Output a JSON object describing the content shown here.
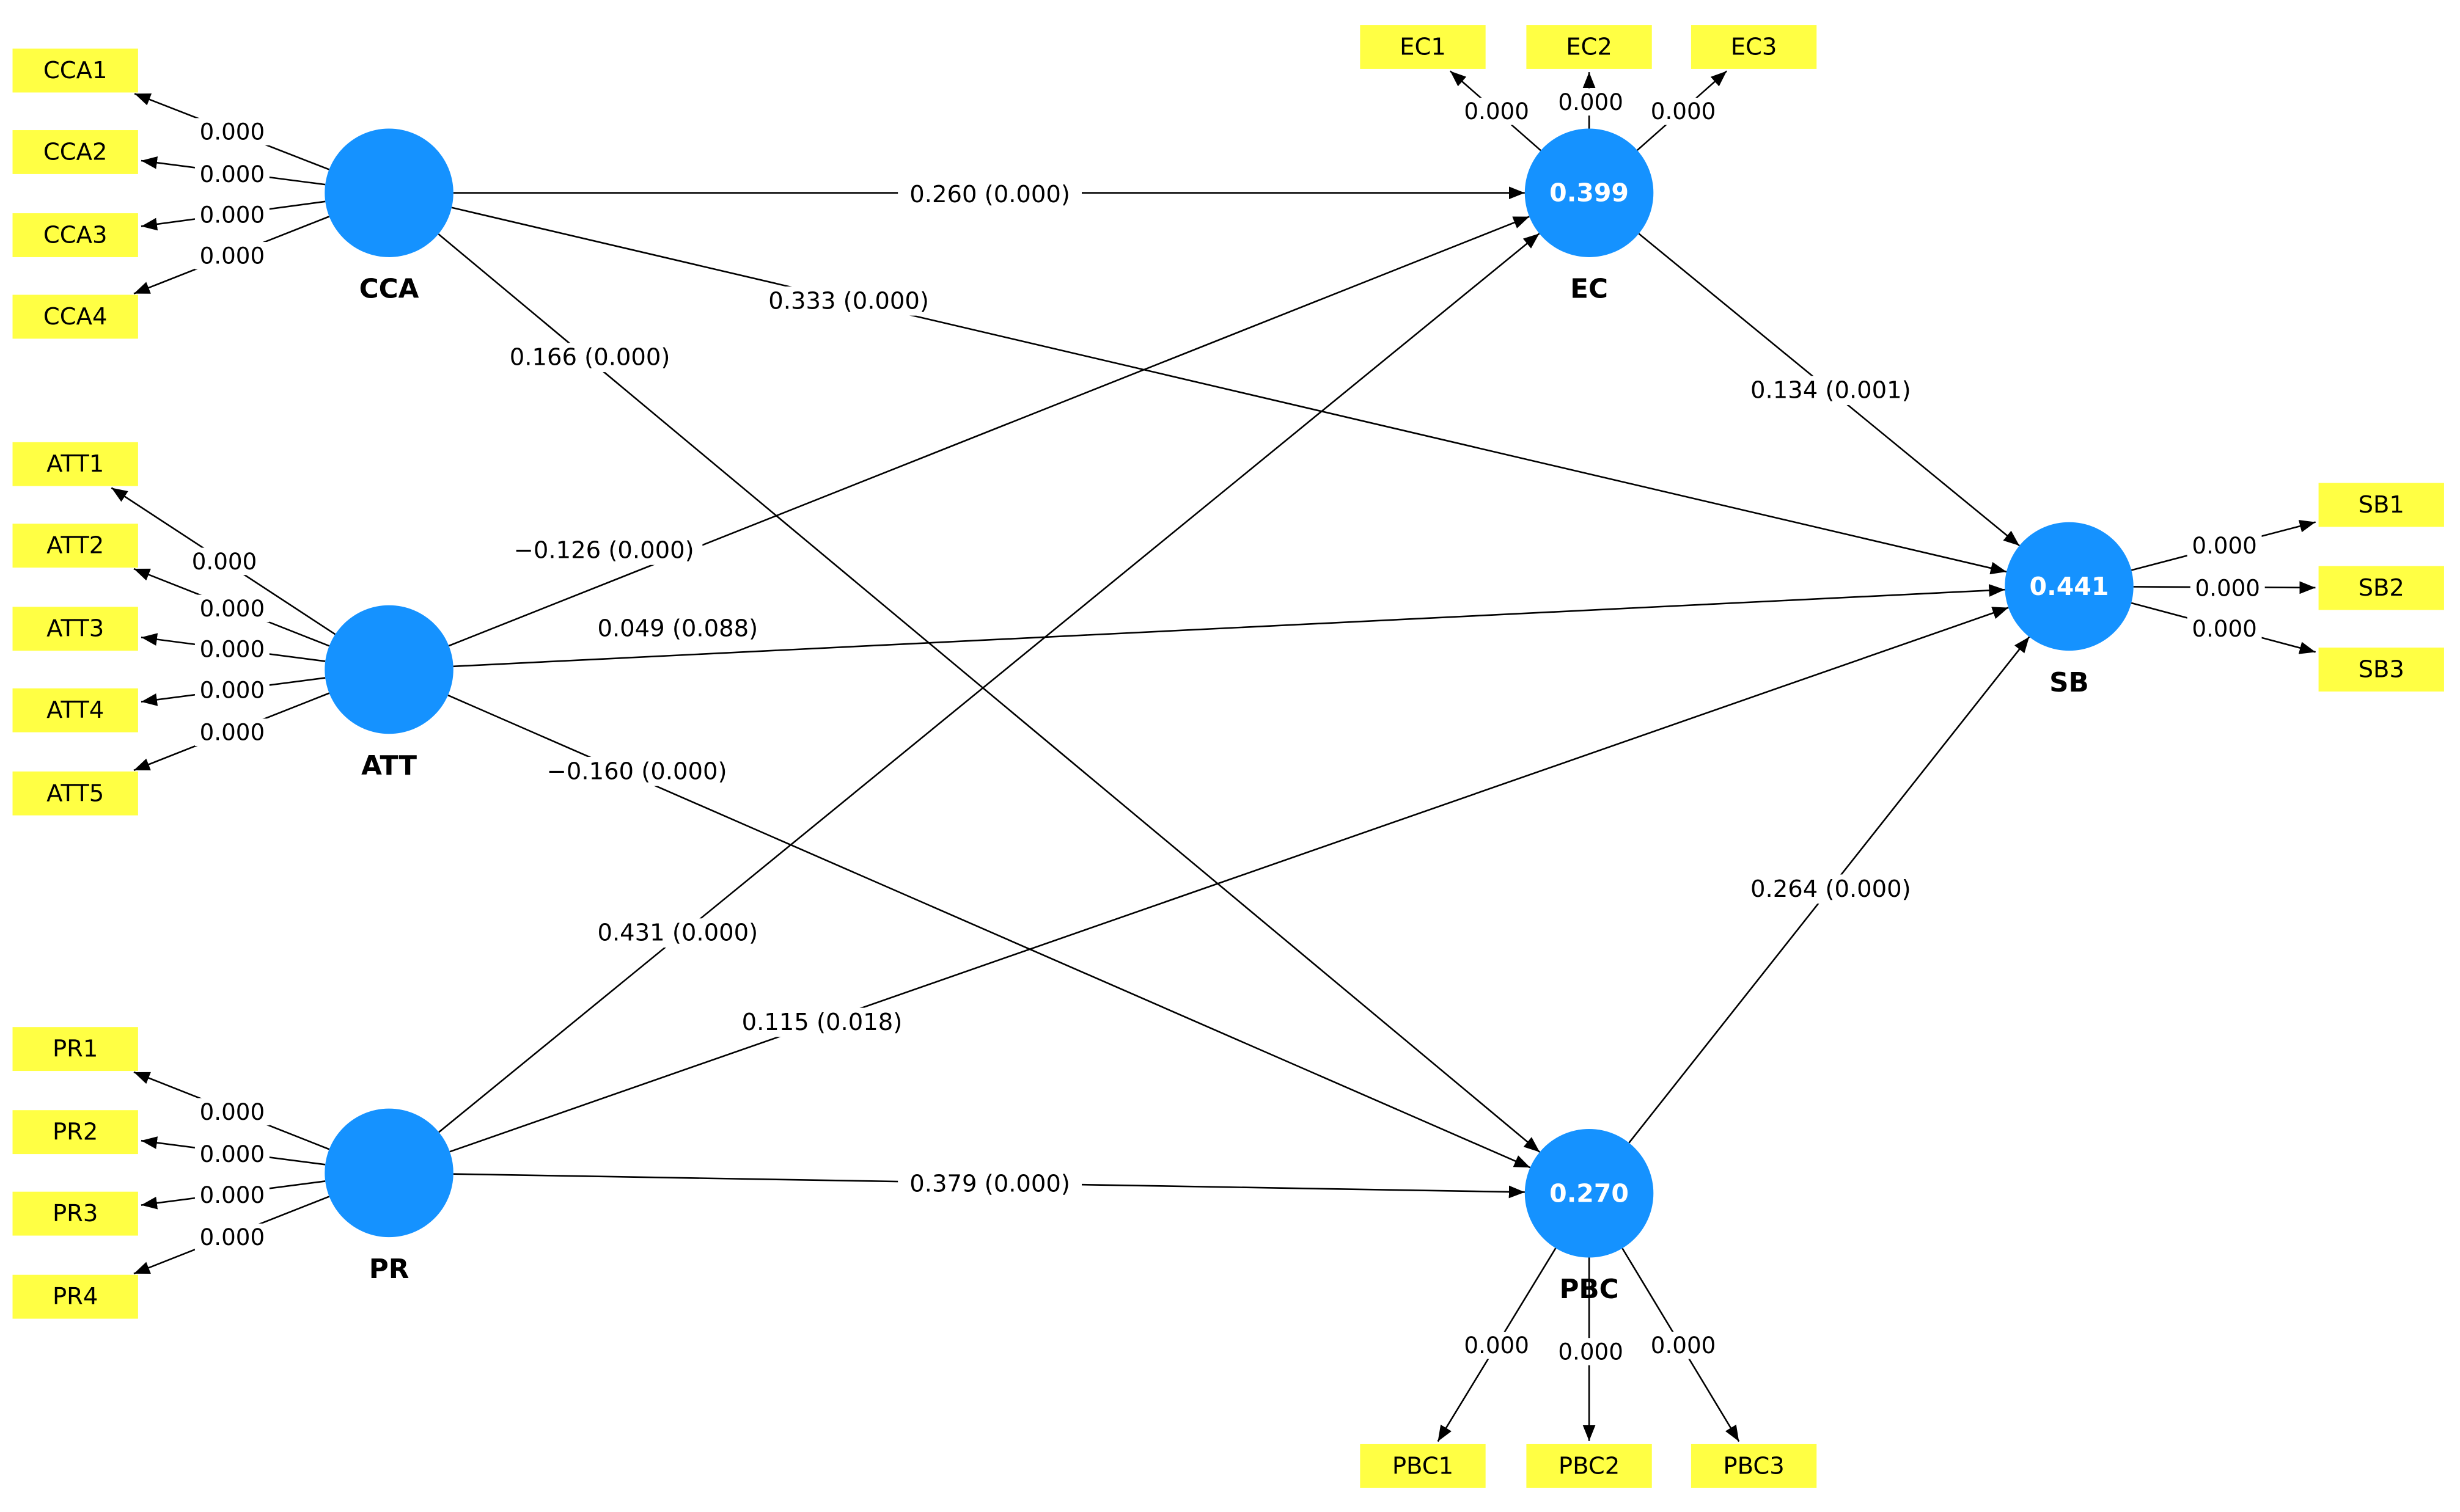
{
  "colors": {
    "latent": "#1592ff",
    "indicator": "#ffff44",
    "line": "#000000",
    "latent_value_text": "#ffffff"
  },
  "latents": [
    {
      "id": "CCA",
      "name": "CCA",
      "r2": ""
    },
    {
      "id": "ATT",
      "name": "ATT",
      "r2": ""
    },
    {
      "id": "PR",
      "name": "PR",
      "r2": ""
    },
    {
      "id": "EC",
      "name": "EC",
      "r2": "0.399"
    },
    {
      "id": "PBC",
      "name": "PBC",
      "r2": "0.270"
    },
    {
      "id": "SB",
      "name": "SB",
      "r2": "0.441"
    }
  ],
  "indicators": [
    {
      "id": "CCA1",
      "latent": "CCA",
      "value": "0.000"
    },
    {
      "id": "CCA2",
      "latent": "CCA",
      "value": "0.000"
    },
    {
      "id": "CCA3",
      "latent": "CCA",
      "value": "0.000"
    },
    {
      "id": "CCA4",
      "latent": "CCA",
      "value": "0.000"
    },
    {
      "id": "ATT1",
      "latent": "ATT",
      "value": "0.000"
    },
    {
      "id": "ATT2",
      "latent": "ATT",
      "value": "0.000"
    },
    {
      "id": "ATT3",
      "latent": "ATT",
      "value": "0.000"
    },
    {
      "id": "ATT4",
      "latent": "ATT",
      "value": "0.000"
    },
    {
      "id": "ATT5",
      "latent": "ATT",
      "value": "0.000"
    },
    {
      "id": "PR1",
      "latent": "PR",
      "value": "0.000"
    },
    {
      "id": "PR2",
      "latent": "PR",
      "value": "0.000"
    },
    {
      "id": "PR3",
      "latent": "PR",
      "value": "0.000"
    },
    {
      "id": "PR4",
      "latent": "PR",
      "value": "0.000"
    },
    {
      "id": "EC1",
      "latent": "EC",
      "value": "0.000"
    },
    {
      "id": "EC2",
      "latent": "EC",
      "value": "0.000"
    },
    {
      "id": "EC3",
      "latent": "EC",
      "value": "0.000"
    },
    {
      "id": "PBC1",
      "latent": "PBC",
      "value": "0.000"
    },
    {
      "id": "PBC2",
      "latent": "PBC",
      "value": "0.000"
    },
    {
      "id": "PBC3",
      "latent": "PBC",
      "value": "0.000"
    },
    {
      "id": "SB1",
      "latent": "SB",
      "value": "0.000"
    },
    {
      "id": "SB2",
      "latent": "SB",
      "value": "0.000"
    },
    {
      "id": "SB3",
      "latent": "SB",
      "value": "0.000"
    }
  ],
  "paths": [
    {
      "from": "CCA",
      "to": "EC",
      "label": "0.260 (0.000)"
    },
    {
      "from": "CCA",
      "to": "SB",
      "label": "0.333 (0.000)"
    },
    {
      "from": "CCA",
      "to": "PBC",
      "label": "0.166 (0.000)"
    },
    {
      "from": "ATT",
      "to": "EC",
      "label": "−0.126 (0.000)"
    },
    {
      "from": "ATT",
      "to": "SB",
      "label": "0.049 (0.088)"
    },
    {
      "from": "ATT",
      "to": "PBC",
      "label": "−0.160 (0.000)"
    },
    {
      "from": "PR",
      "to": "EC",
      "label": "0.431 (0.000)"
    },
    {
      "from": "PR",
      "to": "SB",
      "label": "0.115 (0.018)"
    },
    {
      "from": "PR",
      "to": "PBC",
      "label": "0.379 (0.000)"
    },
    {
      "from": "EC",
      "to": "SB",
      "label": "0.134 (0.001)"
    },
    {
      "from": "PBC",
      "to": "SB",
      "label": "0.264 (0.000)"
    }
  ]
}
